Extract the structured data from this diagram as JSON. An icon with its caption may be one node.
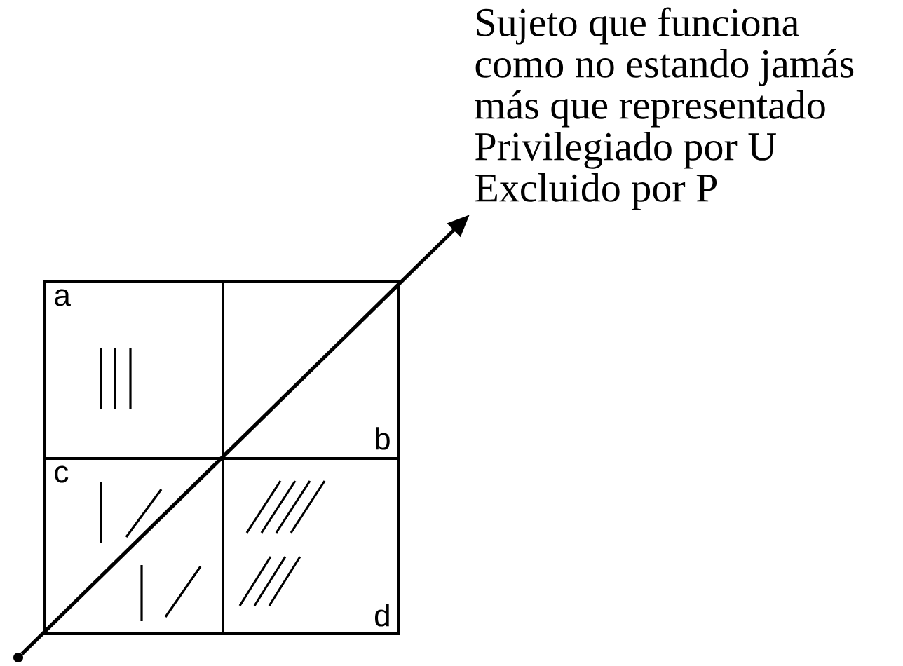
{
  "diagram": {
    "nodes": [
      {
        "text": [],
        "shape": "circle"
      },
      {
        "text": [
          "Sujeto que funciona como no estando jamás más que representado",
          "Privilegiado por U",
          "Excluido por P"
        ]
      }
    ],
    "edges": [
      {
        "from": 0,
        "to": 1,
        "arrow": "to"
      }
    ],
    "labels": [
      "a",
      "b",
      "c",
      "d"
    ]
  }
}
